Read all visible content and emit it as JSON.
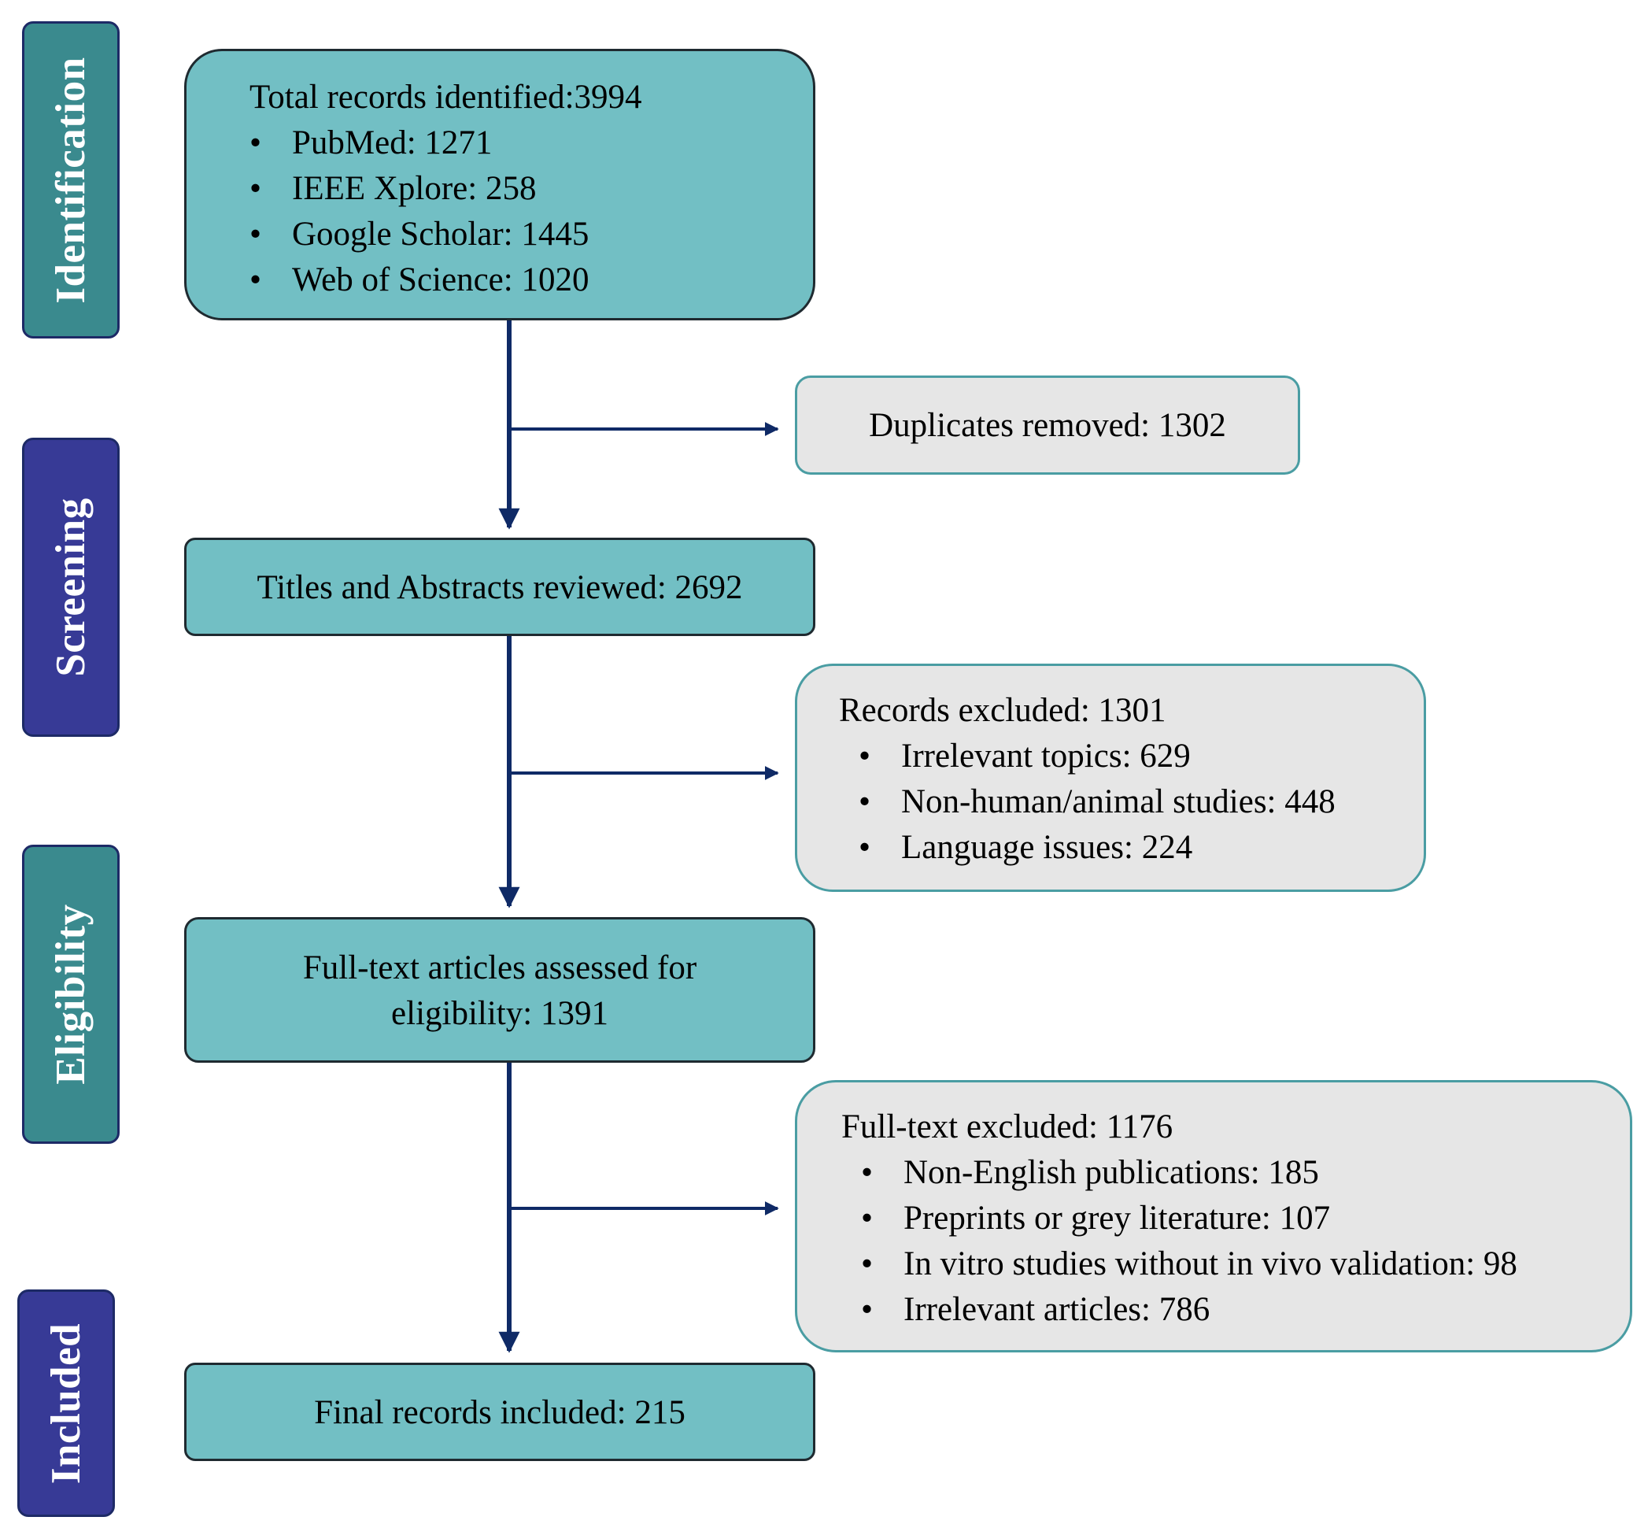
{
  "stages": [
    {
      "label": "Identification",
      "color": "#3a8a8e"
    },
    {
      "label": "Screening",
      "color": "#373a96"
    },
    {
      "label": "Eligibility",
      "color": "#3a8a8e"
    },
    {
      "label": "Included",
      "color": "#373a96"
    }
  ],
  "identification": {
    "title": "Total records identified:3994",
    "items": [
      "PubMed: 1271",
      "IEEE Xplore: 258",
      "Google Scholar: 1445",
      "Web of Science: 1020"
    ]
  },
  "duplicates": {
    "text": "Duplicates removed: 1302"
  },
  "screening": {
    "text": "Titles and Abstracts reviewed: 2692"
  },
  "records_excluded": {
    "title": "Records excluded: 1301",
    "items": [
      "Irrelevant topics: 629",
      "Non-human/animal studies: 448",
      "Language issues: 224"
    ]
  },
  "eligibility": {
    "line1": "Full-text articles assessed for",
    "line2": "eligibility: 1391"
  },
  "fulltext_excluded": {
    "title": "Full-text excluded: 1176",
    "items": [
      "Non-English publications: 185",
      "Preprints or grey literature: 107",
      "In vitro studies without in vivo validation: 98",
      "Irrelevant articles: 786"
    ]
  },
  "included": {
    "text": "Final records included: 215"
  },
  "colors": {
    "main_box": "#72bfc4",
    "side_box": "#e6e6e6",
    "arrow": "#0f2a66"
  }
}
